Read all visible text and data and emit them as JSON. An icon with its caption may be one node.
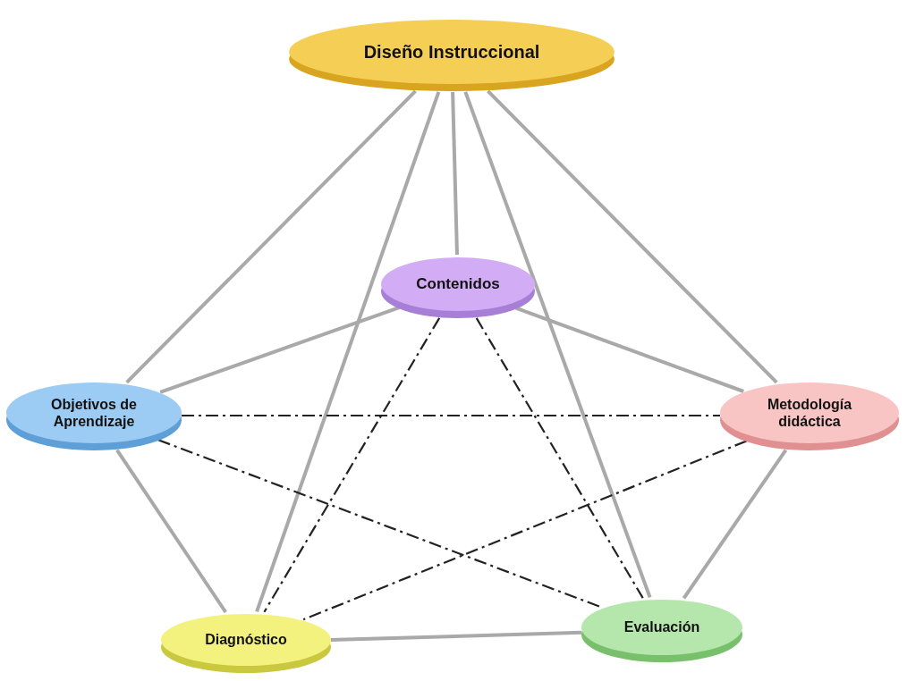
{
  "diagram": {
    "nodes": [
      {
        "text": [
          "Diseño Instruccional"
        ]
      },
      {
        "text": [
          "Contenidos"
        ]
      },
      {
        "text": [
          "Objetivos de Aprendizaje"
        ]
      },
      {
        "text": [
          "Metodología didáctica"
        ]
      },
      {
        "text": [
          "Diagnóstico"
        ]
      },
      {
        "text": [
          "Evaluación"
        ]
      }
    ],
    "edges": [
      {
        "from": 0,
        "to": 2,
        "arrow": "none"
      },
      {
        "from": 0,
        "to": 4,
        "arrow": "none"
      },
      {
        "from": 0,
        "to": 1,
        "arrow": "none"
      },
      {
        "from": 0,
        "to": 5,
        "arrow": "none"
      },
      {
        "from": 0,
        "to": 3,
        "arrow": "none"
      },
      {
        "from": 1,
        "to": 2,
        "arrow": "none"
      },
      {
        "from": 1,
        "to": 3,
        "arrow": "none"
      },
      {
        "from": 2,
        "to": 4,
        "arrow": "none"
      },
      {
        "from": 3,
        "to": 5,
        "arrow": "none"
      },
      {
        "from": 4,
        "to": 5,
        "arrow": "none"
      },
      {
        "from": 2,
        "to": 3,
        "arrow": "none",
        "style": "dashed",
        "color": "#222222"
      },
      {
        "from": 2,
        "to": 5,
        "arrow": "none",
        "style": "dashed",
        "color": "#222222"
      },
      {
        "from": 1,
        "to": 4,
        "arrow": "none",
        "style": "dashed",
        "color": "#222222"
      },
      {
        "from": 1,
        "to": 5,
        "arrow": "none",
        "style": "dashed",
        "color": "#222222"
      },
      {
        "from": 3,
        "to": 4,
        "arrow": "none",
        "style": "dashed",
        "color": "#222222"
      }
    ]
  }
}
